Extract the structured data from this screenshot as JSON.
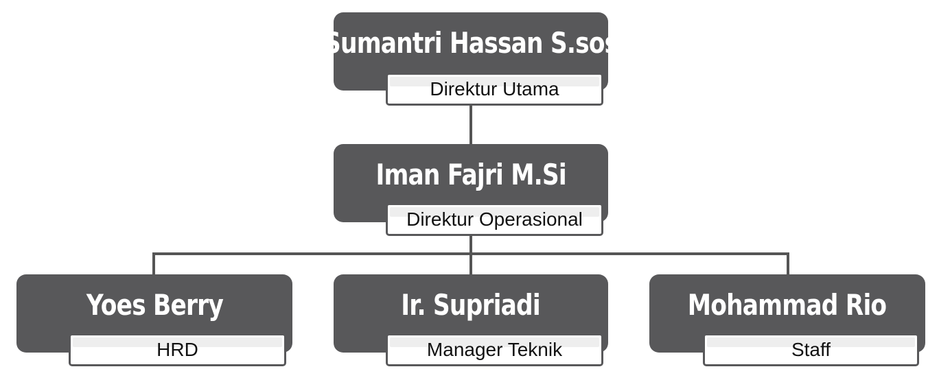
{
  "org_chart": {
    "nodes": [
      {
        "id": "n1",
        "name": "Sumantri Hassan S.sos",
        "role": "Direktur Utama"
      },
      {
        "id": "n2",
        "name": "Iman Fajri M.Si",
        "role": "Direktur Operasional"
      },
      {
        "id": "n3",
        "name": "Yoes Berry",
        "role": "HRD"
      },
      {
        "id": "n4",
        "name": "Ir. Supriadi",
        "role": "Manager Teknik"
      },
      {
        "id": "n5",
        "name": "Mohammad Rio",
        "role": "Staff"
      }
    ],
    "edges": [
      {
        "from": "n1",
        "to": "n2"
      },
      {
        "from": "n2",
        "to": "n3"
      },
      {
        "from": "n2",
        "to": "n4"
      },
      {
        "from": "n2",
        "to": "n5"
      }
    ],
    "colors": {
      "box_fill": "#58585a",
      "name_text": "#ffffff",
      "role_fill": "#ffffff",
      "role_text": "#111111",
      "connector": "#555555"
    }
  }
}
